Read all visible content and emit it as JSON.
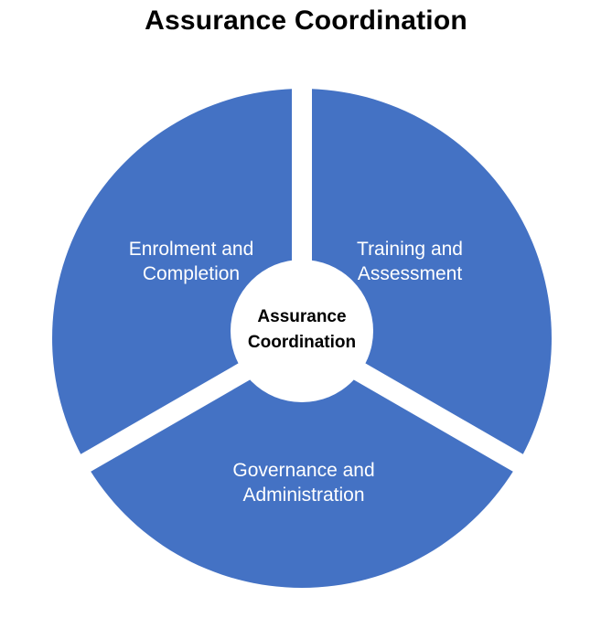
{
  "title": "Assurance Coordination",
  "center": {
    "line1": "Assurance",
    "line2": "Coordination"
  },
  "segments": [
    {
      "line1": "Enrolment and",
      "line2": "Completion"
    },
    {
      "line1": "Training and",
      "line2": "Assessment"
    },
    {
      "line1": "Governance and",
      "line2": "Administration"
    }
  ],
  "colors": {
    "segment_fill": "#4472C4",
    "background": "#FFFFFF",
    "segment_text": "#FFFFFF",
    "center_text": "#000000"
  }
}
